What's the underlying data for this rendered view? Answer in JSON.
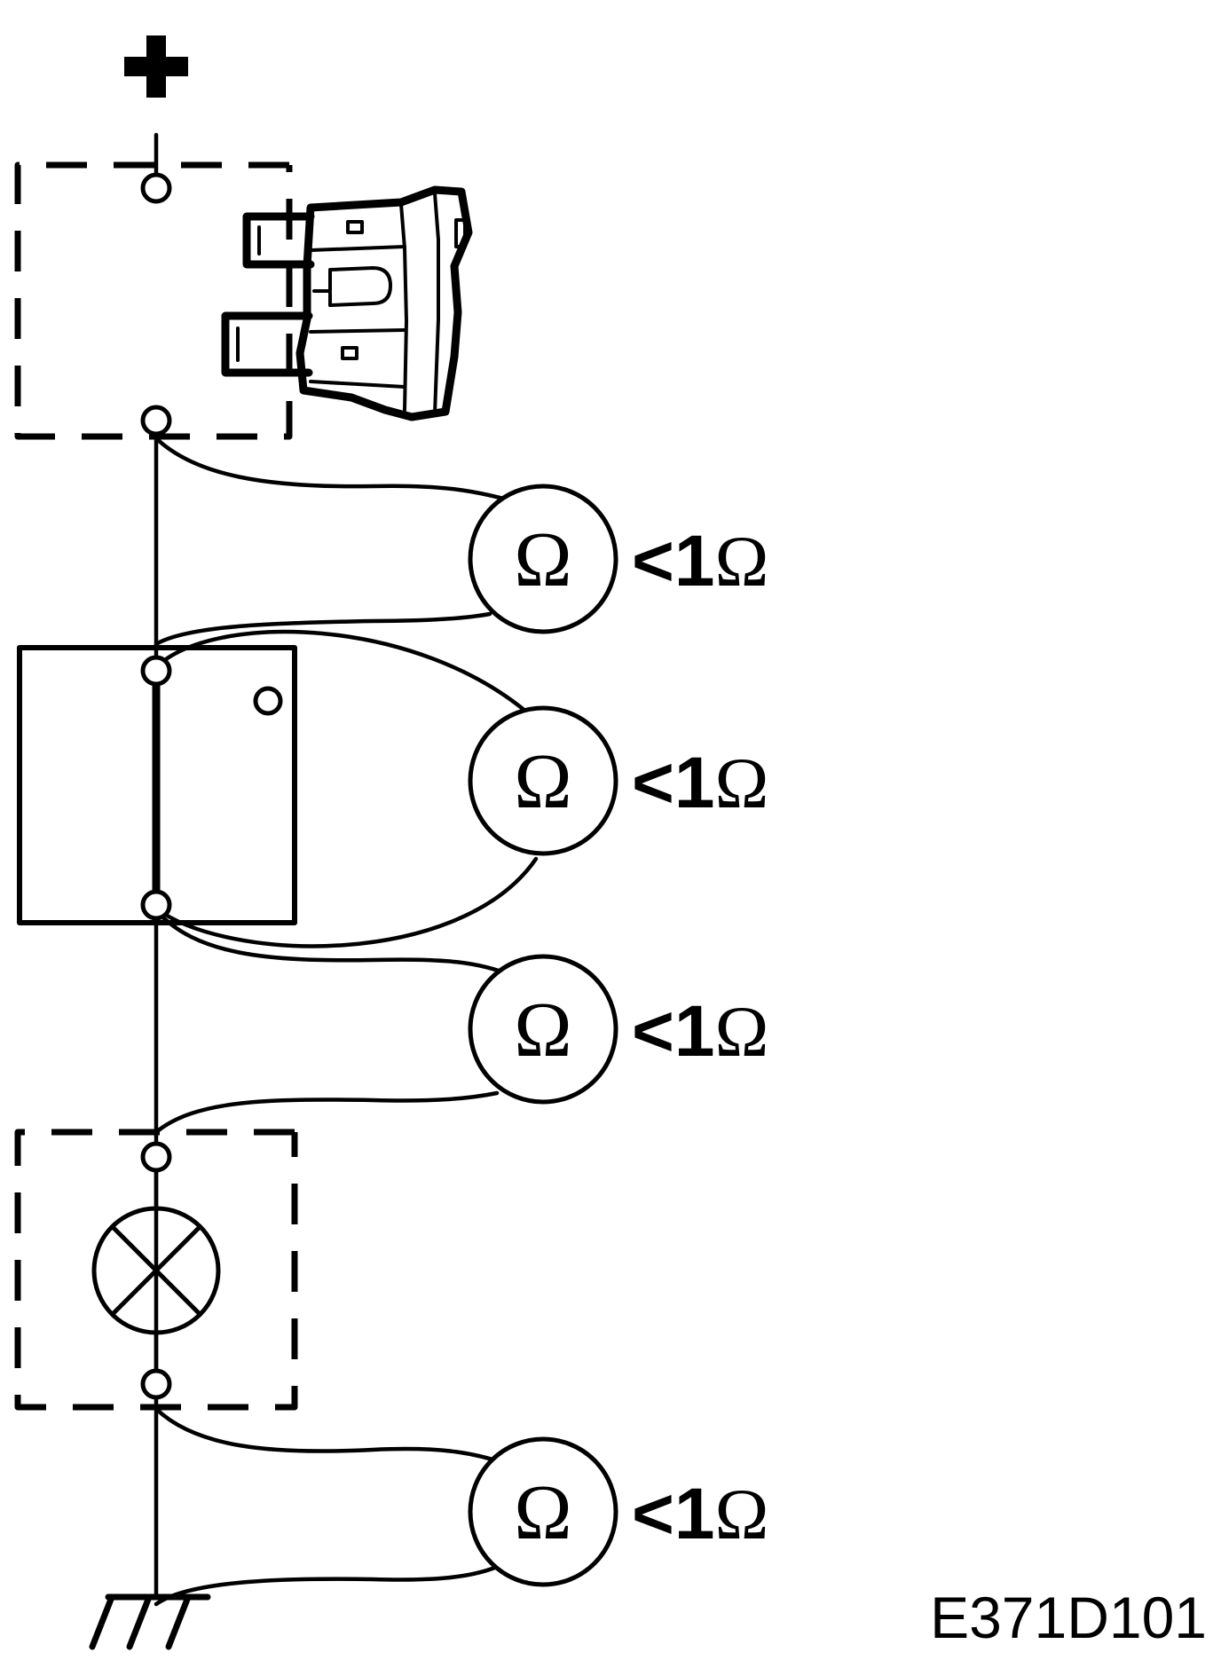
{
  "diagram": {
    "supply_symbol": "+",
    "figure_id": "E371D101",
    "measurements": [
      {
        "symbol": "Ω",
        "value": "<1",
        "unit": "Ω"
      },
      {
        "symbol": "Ω",
        "value": "<1",
        "unit": "Ω"
      },
      {
        "symbol": "Ω",
        "value": "<1",
        "unit": "Ω"
      },
      {
        "symbol": "Ω",
        "value": "<1",
        "unit": "Ω"
      }
    ],
    "colors": {
      "line": "#000000",
      "background": "#ffffff"
    },
    "icons": [
      "fuse-icon",
      "switch-icon",
      "lamp-icon",
      "ground-icon",
      "ohmmeter-icon"
    ]
  }
}
